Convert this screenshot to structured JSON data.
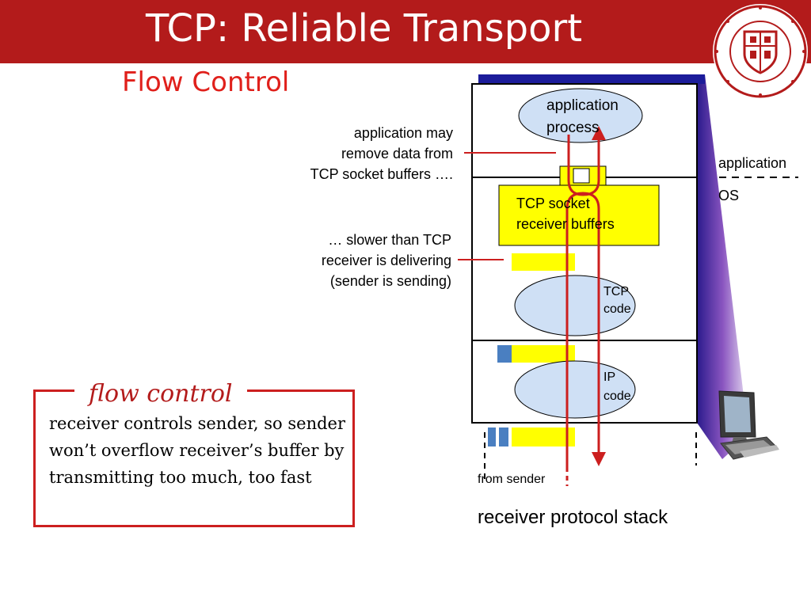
{
  "slide": {
    "title": "TCP: Reliable Transport",
    "subtitle": "Flow Control"
  },
  "annotations": {
    "app_remove": [
      "application may",
      "remove data from",
      "TCP socket buffers …."
    ],
    "slower": [
      "… slower than TCP",
      "receiver is delivering",
      "(sender is sending)"
    ]
  },
  "stack": {
    "app_process": [
      "application",
      "process"
    ],
    "socket_buffers": [
      "TCP socket",
      "receiver buffers"
    ],
    "tcp_code": [
      "TCP",
      "code"
    ],
    "ip_code": [
      "IP",
      "code"
    ],
    "application_label": "application",
    "os_label": "OS",
    "from_sender": "from sender",
    "caption": "receiver protocol stack"
  },
  "flow_control": {
    "heading": "flow control",
    "body": "receiver controls sender, so sender won’t overflow receiver’s buffer by transmitting too much, too fast"
  },
  "colors": {
    "brand_red": "#b31b1b",
    "buffer_yellow": "#ffff00",
    "ellipse_blue": "#cfe0f5",
    "arrow_red": "#cc1f1f",
    "packet_blue": "#4a7fc1"
  }
}
